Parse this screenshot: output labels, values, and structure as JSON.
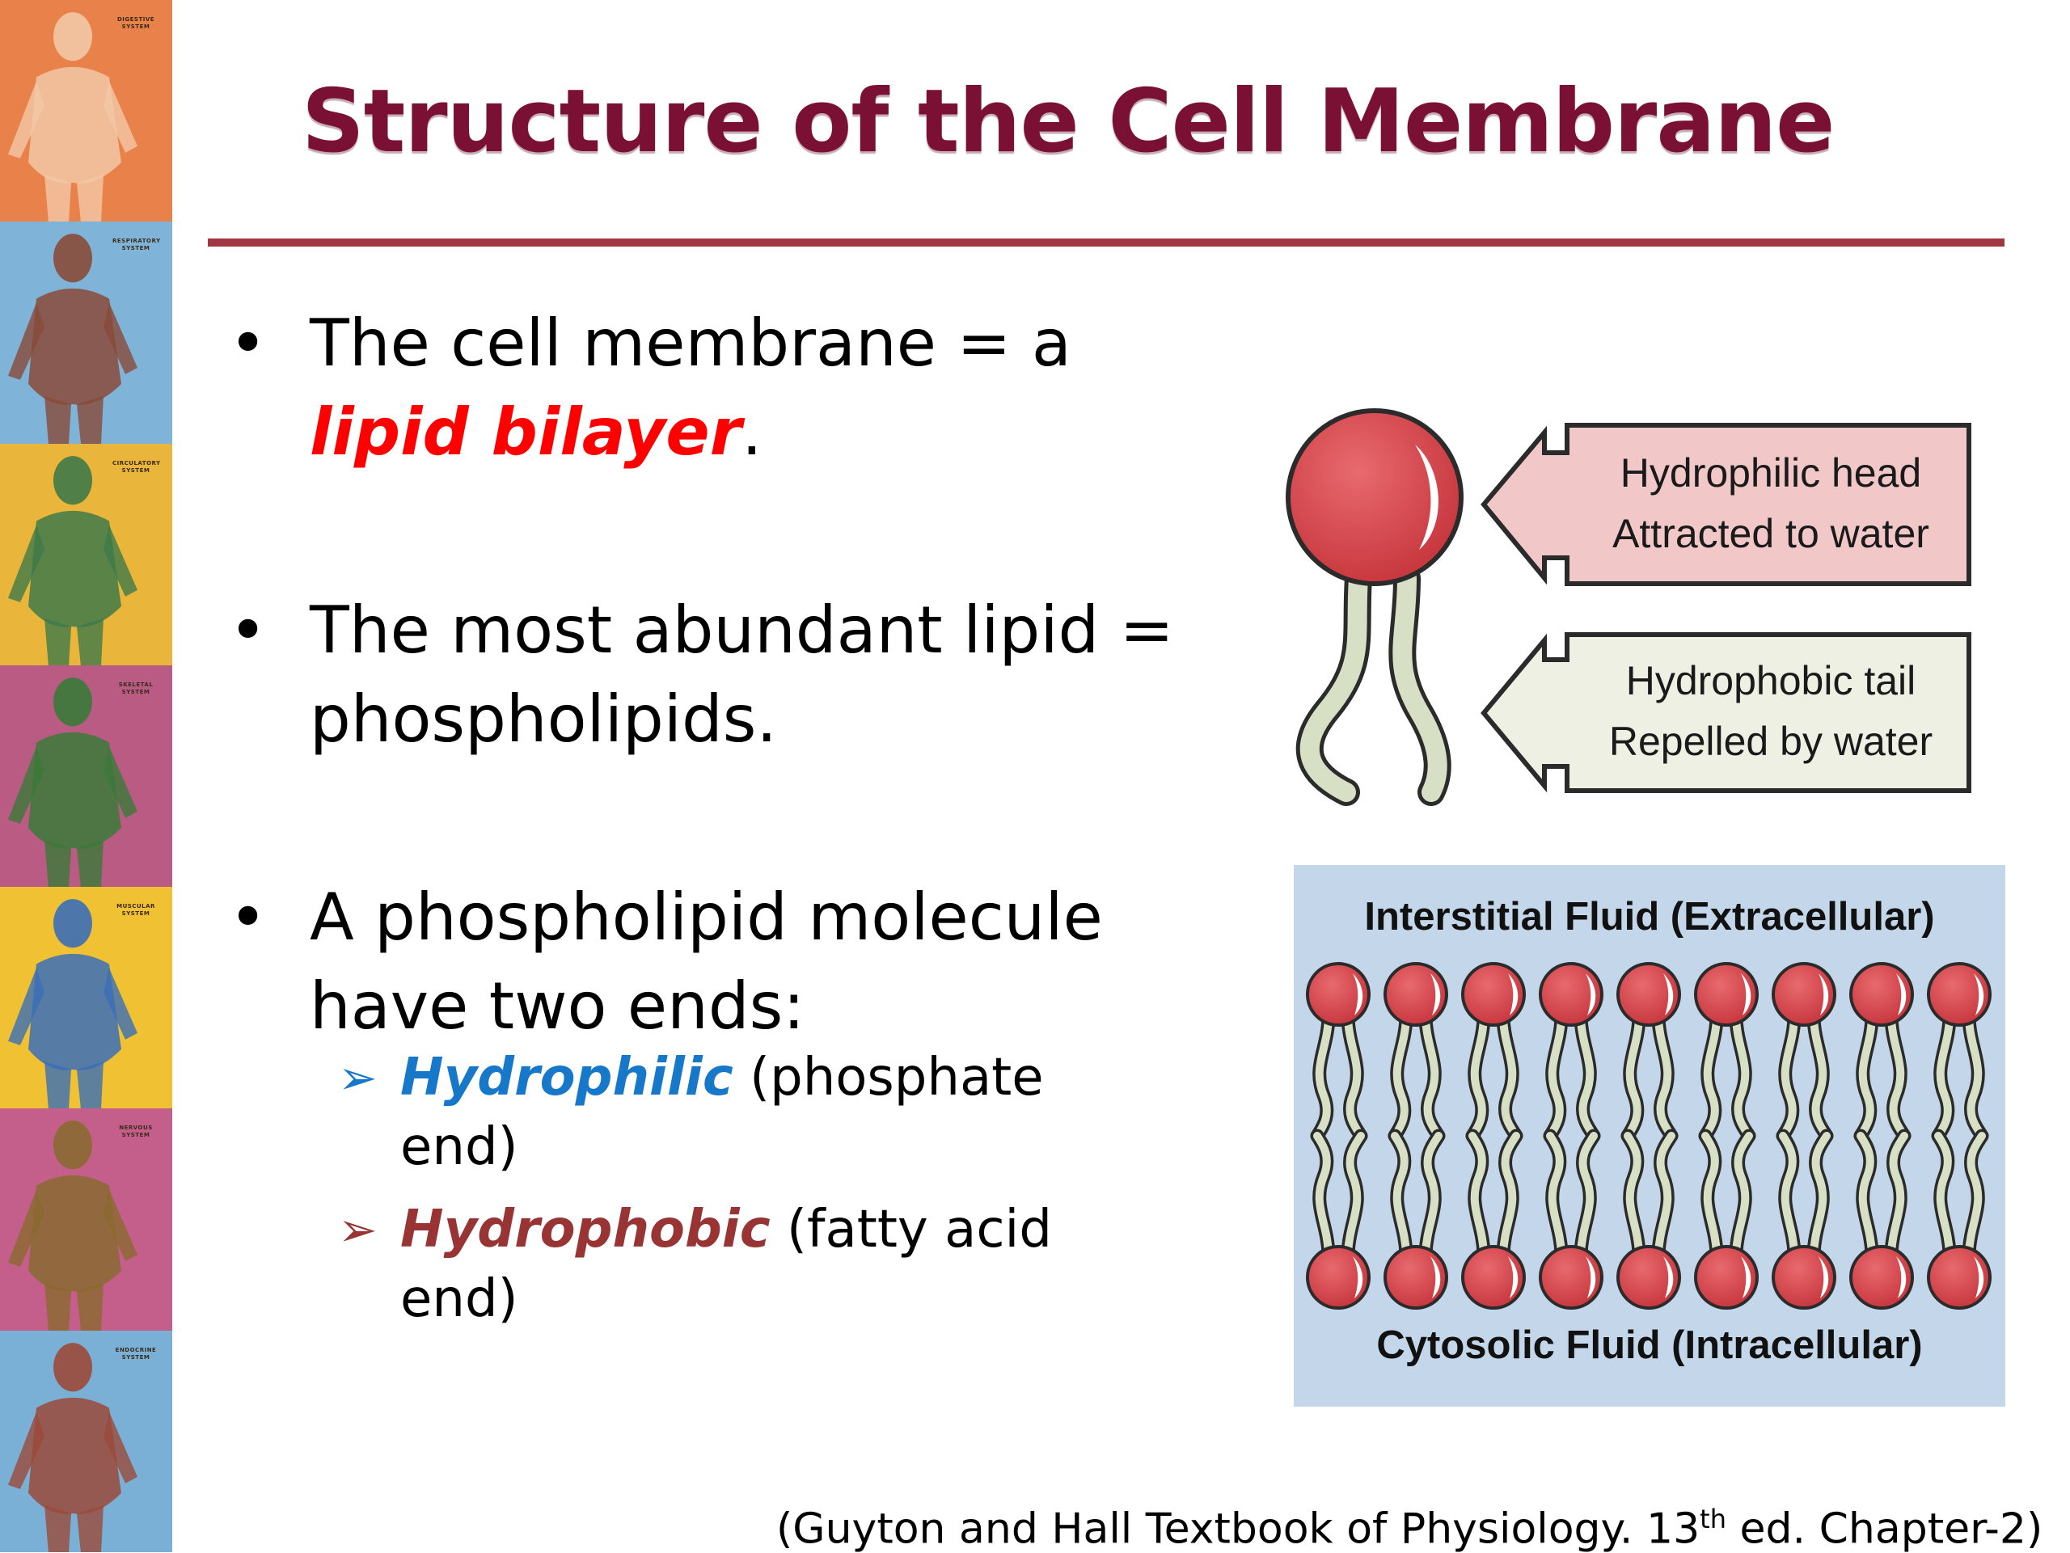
{
  "title": "Structure of the Cell Membrane",
  "side_strip": {
    "panels": [
      {
        "name": "digestive-system",
        "caption": "DIGESTIVE SYSTEM",
        "bg": "#e8824a"
      },
      {
        "name": "respiratory-system",
        "caption": "RESPIRATORY SYSTEM",
        "bg": "#7fb4d8"
      },
      {
        "name": "circulatory-system",
        "caption": "CIRCULATORY SYSTEM",
        "bg": "#e9b53a"
      },
      {
        "name": "skeletal-system",
        "caption": "SKELETAL SYSTEM",
        "bg": "#b95b82"
      },
      {
        "name": "muscular-system",
        "caption": "MUSCULAR SYSTEM",
        "bg": "#f0c233"
      },
      {
        "name": "nervous-system",
        "caption": "NERVOUS SYSTEM",
        "bg": "#c35f8a"
      },
      {
        "name": "endocrine-system",
        "caption": "ENDOCRINE SYSTEM",
        "bg": "#7bb0d6"
      }
    ]
  },
  "bullets": {
    "b1_line1": "The cell membrane = a",
    "b1_em": "lipid bilayer",
    "b1_after": ".",
    "b2_line1": "The most abundant lipid =",
    "b2_line2": "phospholipids.",
    "b3_line1": "A phospholipid molecule",
    "b3_line2": "have two ends:",
    "bullet_char": "•",
    "sub_arrow": "➢",
    "sub1_em": "Hydrophilic",
    "sub1_rest": " (phosphate",
    "sub1_line2": "end)",
    "sub2_em": "Hydrophobic",
    "sub2_rest": " (fatty acid",
    "sub2_line2": "end)"
  },
  "diagram": {
    "head_box_line1": "Hydrophilic head",
    "head_box_line2": "Attracted to water",
    "tail_box_line1": "Hydrophobic tail",
    "tail_box_line2": "Repelled by water"
  },
  "bilayer": {
    "top_label": "Interstitial Fluid  (Extracellular)",
    "bottom_label": "Cytosolic Fluid  (Intracellular)"
  },
  "citation": {
    "before": "(Guyton and Hall Textbook of Physiology. 13",
    "sup": "th",
    "after": " ed. Chapter-2)"
  },
  "colors": {
    "title": "#7a1034",
    "rule": "#a13743",
    "lipid_bilayer": "#ff0000",
    "hydrophilic": "#1777c9",
    "hydrophobic": "#983434",
    "head": "#d2484e",
    "tail": "#d7dfc4",
    "bilayer_bg": "#c4d7ea",
    "head_box": "#f1c7c8",
    "tail_box": "#eef0e4"
  }
}
